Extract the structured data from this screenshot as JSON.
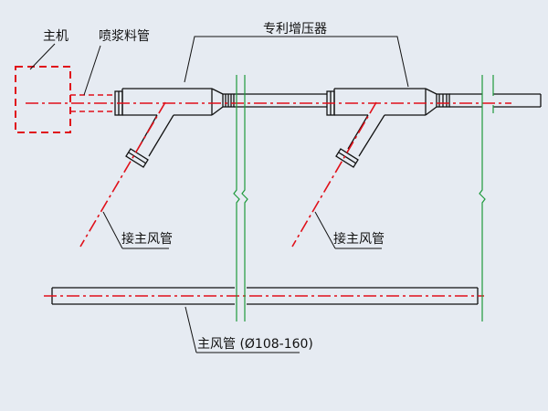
{
  "labels": {
    "host": "主机",
    "spray_pipe": "喷浆料管",
    "booster": "专利增压器",
    "connect_left": "接主风管",
    "connect_right": "接主风管",
    "main_air_pipe": "主风管 (Ø108-160)"
  },
  "colors": {
    "background": "#e6ebf2",
    "outline": "#111111",
    "centerline": "#e0101a",
    "break_line": "#1e9a3c"
  }
}
